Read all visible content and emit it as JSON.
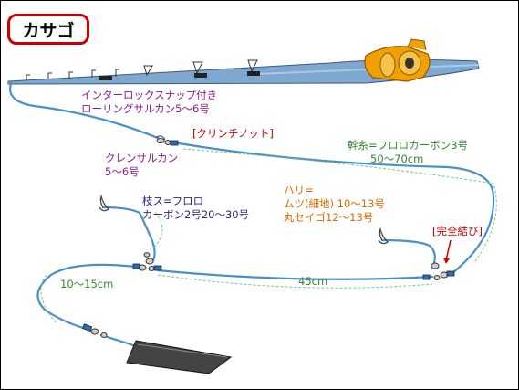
{
  "title": "カサゴ",
  "labels": {
    "snap_swivel": [
      "インターロックスナップ付き",
      "ローリングサルカン5〜6号"
    ],
    "clinch_knot": "[クリンチノット]",
    "cross_swivel": [
      "クレンサルカン",
      "5〜6号"
    ],
    "main_line": [
      "幹糸=フロロカーボン3号",
      "50〜70cm"
    ],
    "branch_line": [
      "枝ス=フロロ",
      "カーボン2号20〜30号"
    ],
    "hook": [
      "ハリ=",
      "ムツ(細地) 10〜13号",
      "丸セイゴ12〜13号"
    ],
    "perfect_knot": "[完全結び]",
    "len_left": "10〜15cm",
    "len_mid": "45cm"
  },
  "colors": {
    "line": "#4a90c8",
    "rod": "#7ea8d0",
    "reel": "#f0a000",
    "guide_line": "#7cc87c",
    "sinker": "#444444",
    "title_border": "#cc0000"
  },
  "icons": {
    "reel": "spinning-reel-icon",
    "swivel": "swivel-icon",
    "hook": "hook-icon",
    "sinker": "sinker-icon"
  }
}
